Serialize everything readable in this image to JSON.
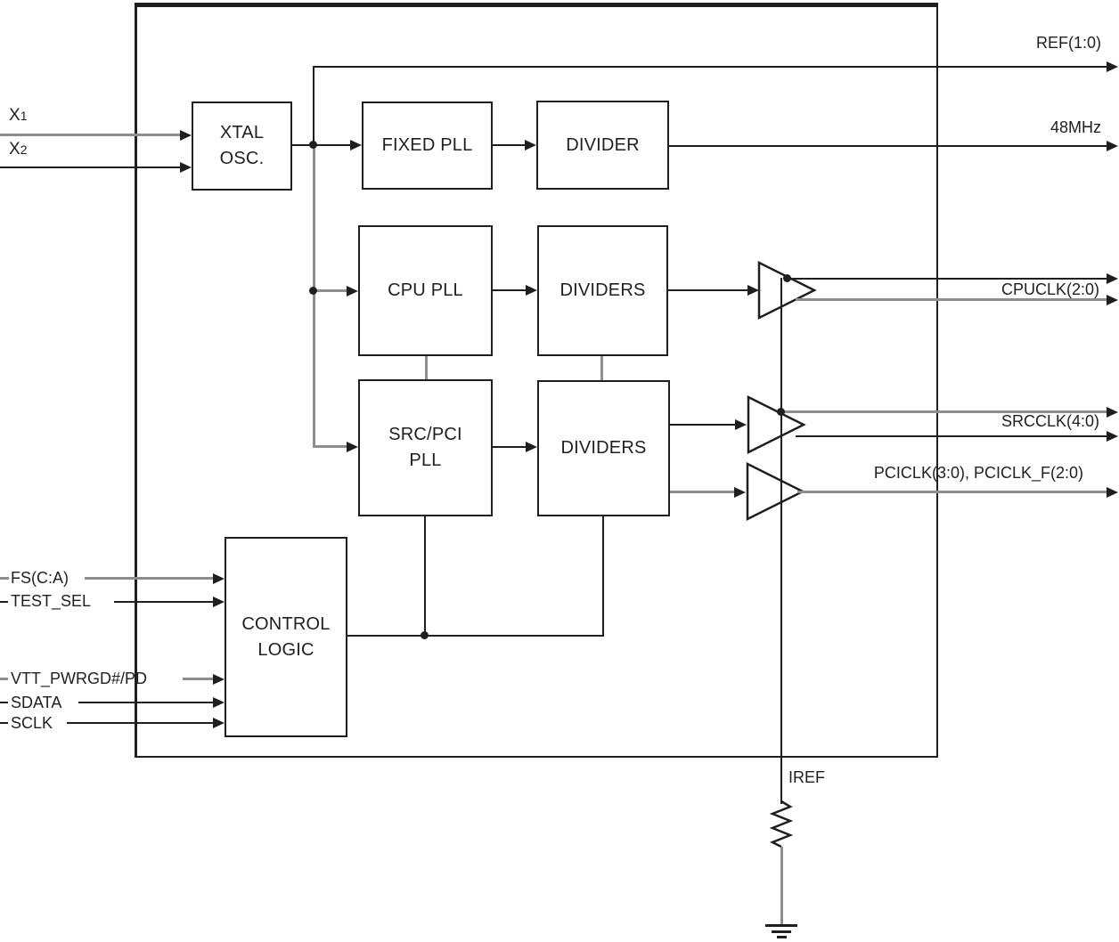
{
  "diagram": {
    "inputs": {
      "x1_base": "X",
      "x1_sub": "1",
      "x2_base": "X",
      "x2_sub": "2"
    },
    "blocks": {
      "xtal_osc": [
        "XTAL",
        "OSC."
      ],
      "fixed_pll": [
        "FIXED PLL"
      ],
      "divider": [
        "DIVIDER"
      ],
      "cpu_pll": [
        "CPU PLL"
      ],
      "cpu_dividers": [
        "DIVIDERS"
      ],
      "src_pci_pll": [
        "SRC/PCI",
        "PLL"
      ],
      "src_dividers": [
        "DIVIDERS"
      ],
      "control_logic": [
        "CONTROL",
        "LOGIC"
      ]
    },
    "outputs": {
      "ref": "REF(1:0)",
      "clk48": "48MHz",
      "cpuclk": "CPUCLK(2:0)",
      "srcclk": "SRCCLK(4:0)",
      "pciclk": "PCICLK(3:0), PCICLK_F(2:0)"
    },
    "control_inputs": {
      "fs": "FS(C:A)",
      "test_sel": "TEST_SEL",
      "vtt": "VTT_PWRGD#/PD",
      "sdata": "SDATA",
      "sclk": "SCLK"
    },
    "iref_label": "IREF",
    "colors": {
      "line_black": "#1f1f1f",
      "line_gray": "#8e8e8e"
    }
  }
}
